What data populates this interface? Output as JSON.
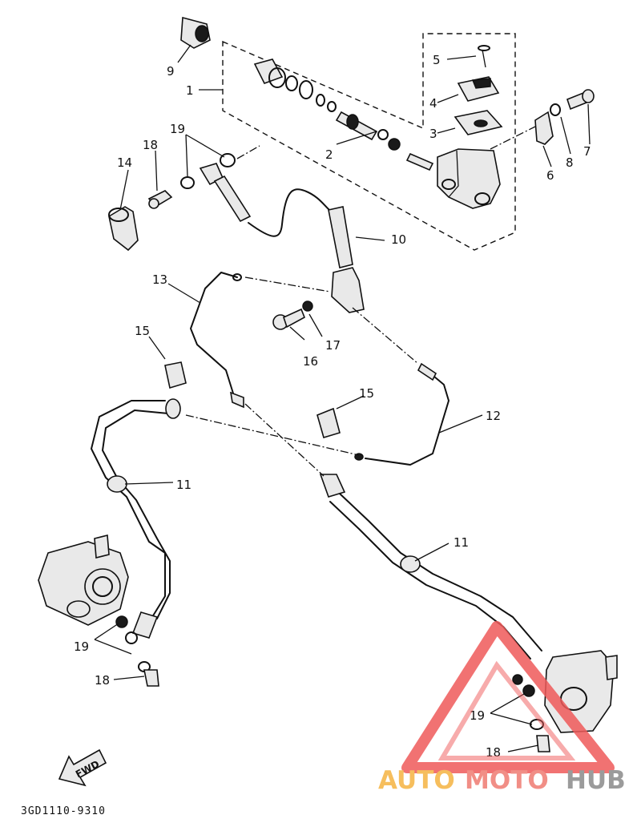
{
  "diagram": {
    "part_code": "3GD1110-9310",
    "direction_label": "FWD",
    "callouts": [
      "1",
      "2",
      "3",
      "4",
      "5",
      "6",
      "7",
      "8",
      "9",
      "10",
      "11",
      "11",
      "12",
      "13",
      "14",
      "15",
      "15",
      "16",
      "17",
      "18",
      "18",
      "18",
      "19",
      "19",
      "19"
    ]
  },
  "watermark": {
    "part1": "AUTO",
    "part2": "MOTO",
    "part3": "HUB",
    "colors": {
      "auto": "#f5b341",
      "moto": "#ef7b72",
      "hub": "#8a8a8a",
      "triangle": "#ef5a5a"
    }
  }
}
